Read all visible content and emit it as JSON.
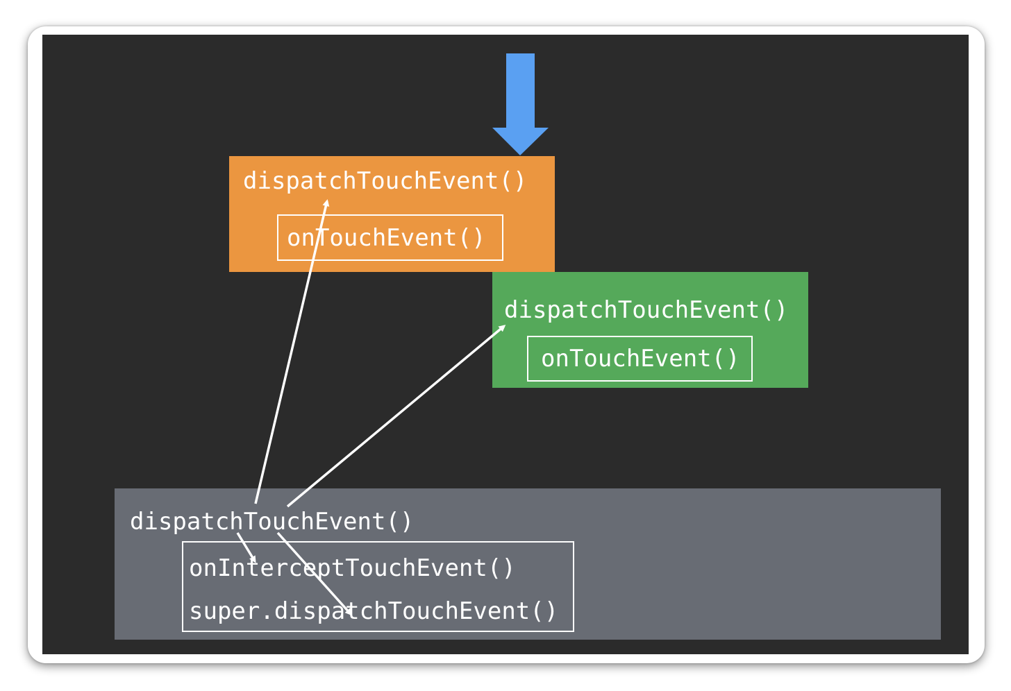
{
  "diagram": {
    "colors": {
      "background": "#2b2b2b",
      "orange": "#eb9640",
      "green": "#55a95a",
      "gray": "#686c74",
      "blue_arrow": "#5aa0f2",
      "line": "#ffffff"
    },
    "orange_box": {
      "dispatch": "dispatchTouchEvent()",
      "on_touch": "onTouchEvent()"
    },
    "green_box": {
      "dispatch": "dispatchTouchEvent()",
      "on_touch": "onTouchEvent()"
    },
    "gray_box": {
      "dispatch": "dispatchTouchEvent()",
      "intercept": "onInterceptTouchEvent()",
      "super_dispatch": "super.dispatchTouchEvent()"
    },
    "icons": [
      "down-arrow-icon"
    ]
  }
}
